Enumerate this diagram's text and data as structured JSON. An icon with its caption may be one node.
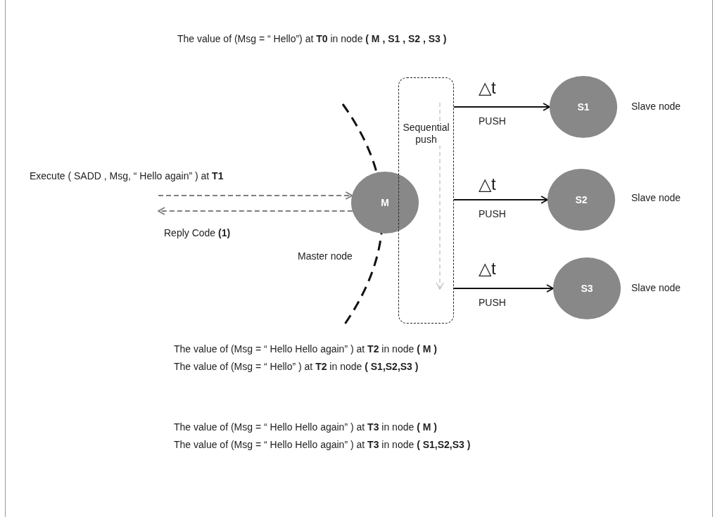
{
  "diagram": {
    "nodes": [
      {
        "text": [
          "M"
        ],
        "beside": [
          "Master node"
        ]
      },
      {
        "text": [
          "Sequential push"
        ]
      },
      {
        "text": [
          "S1"
        ],
        "beside": [
          "Slave node"
        ]
      },
      {
        "text": [
          "S2"
        ],
        "beside": [
          "Slave node"
        ]
      },
      {
        "text": [
          "S3"
        ],
        "beside": [
          "Slave node"
        ]
      }
    ],
    "edges": [
      {
        "from": null,
        "to": 0,
        "arrow": "to",
        "style": "dashed",
        "color": "#7f7f7f",
        "label": "Execute ( SADD , Msg, “ Hello again” ) at **T1**"
      },
      {
        "from": 0,
        "to": null,
        "arrow": "to",
        "style": "dashed",
        "color": "#7f7f7f",
        "label": "Reply Code **(1)**"
      },
      {
        "from": 1,
        "to": 2,
        "arrow": "to",
        "label": "PUSH"
      },
      {
        "from": 1,
        "to": 3,
        "arrow": "to",
        "label": "PUSH"
      },
      {
        "from": 1,
        "to": 4,
        "arrow": "to",
        "label": "PUSH"
      }
    ],
    "labels": [
      "The value of (Msg = “ Hello”) at **T0** in node **( M , S1 , S2 , S3 )**",
      "△t",
      "△t",
      "△t",
      "The value of (Msg = “ Hello Hello again” ) at **T2** in node **( M )**",
      "The value of (Msg = “ Hello” ) at **T2** in node **( S1,S2,S3 )**",
      "The value of (Msg = “ Hello Hello again” ) at **T3** in node **( M )**",
      "The value of (Msg = “ Hello Hello again” ) at **T3** in node **( S1,S2,S3 )**"
    ]
  }
}
